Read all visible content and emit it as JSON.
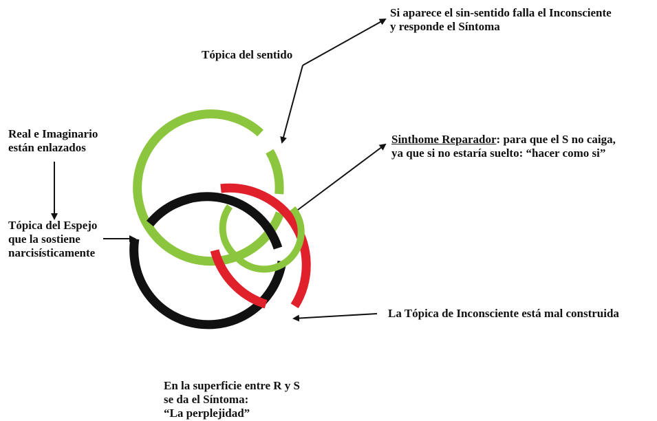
{
  "labels": {
    "sinsentido": {
      "line1": "Si aparece el sin-sentido falla el Inconsciente",
      "line2": "y responde el Síntoma"
    },
    "topica_sentido": "Tópica del sentido",
    "real_imaginario": {
      "line1": "Real e Imaginario",
      "line2": "están enlazados"
    },
    "sinthome": {
      "title": "Sinthome Reparador",
      "rest": ": para que el S no caiga,",
      "line2": "ya que si no estaría suelto: “hacer como si”"
    },
    "topica_espejo": {
      "line1": "Tópica del Espejo",
      "line2": "que la sostiene",
      "line3": "narcisísticamente"
    },
    "topica_inconsciente": "La Tópica de Inconsciente está mal construida",
    "superficie": {
      "line1": "En la superficie entre R y S",
      "line2": "se da el Síntoma:",
      "line3": "“La perplejidad”"
    }
  },
  "colors": {
    "imaginario": "#8cc63f",
    "simbolico": "#e0202a",
    "real": "#111111",
    "sinthome": "#8cc63f",
    "text": "#111111"
  }
}
